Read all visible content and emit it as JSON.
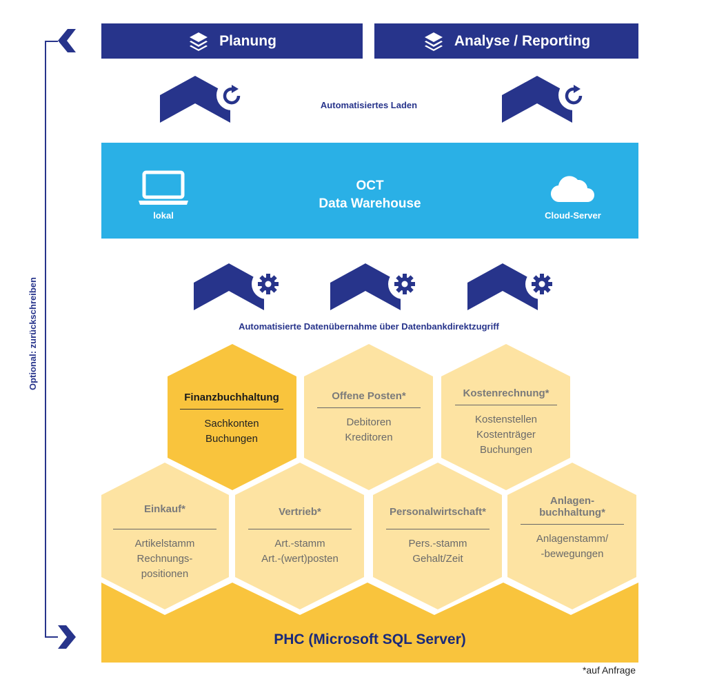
{
  "top": {
    "planung": "Planung",
    "analyse": "Analyse / Reporting"
  },
  "loading_label": "Automatisiertes Laden",
  "dwh": {
    "title_line1": "OCT",
    "title_line2": "Data Warehouse",
    "left_label": "lokal",
    "right_label": "Cloud-Server"
  },
  "transfer_label": "Automatisierte Datenübernahme über Datenbankdirektzugriff",
  "side_label": "Optional: zurückschreiben",
  "hexes": {
    "finanz": {
      "title": "Finanzbuchhaltung",
      "line1": "Sachkonten",
      "line2": "Buchungen"
    },
    "offene": {
      "title": "Offene Posten*",
      "line1": "Debitoren",
      "line2": "Kreditoren"
    },
    "kosten": {
      "title": "Kostenrechnung*",
      "line1": "Kostenstellen",
      "line2": "Kostenträger",
      "line3": "Buchungen"
    },
    "einkauf": {
      "title": "Einkauf*",
      "line1": "Artikelstamm",
      "line2": "Rechnungs-",
      "line3": "positionen"
    },
    "vertrieb": {
      "title": "Vertrieb*",
      "line1": "Art.-stamm",
      "line2": "Art.-(wert)posten"
    },
    "personal": {
      "title": "Personalwirtschaft*",
      "line1": "Pers.-stamm",
      "line2": "Gehalt/Zeit"
    },
    "anlagen": {
      "title_line1": "Anlagen-",
      "title_line2": "buchhaltung*",
      "line1": "Anlagenstamm/",
      "line2": "-bewegungen"
    }
  },
  "phc_label": "PHC (Microsoft SQL Server)",
  "footnote": "*auf Anfrage",
  "colors": {
    "navy": "#27348b",
    "blue": "#2ab0e6",
    "gold": "#f9c43d",
    "light_gold": "#fde3a2"
  }
}
